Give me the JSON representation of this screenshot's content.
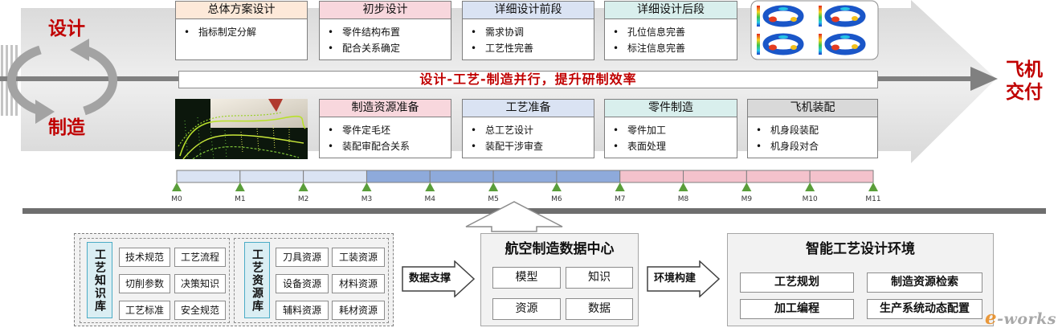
{
  "side_labels": {
    "design": "设计",
    "manufacture": "制造",
    "delivery_line1": "飞机",
    "delivery_line2": "交付"
  },
  "banner": "设计-工艺-制造并行，提升研制效率",
  "design_stages": [
    {
      "title": "总体方案设计",
      "color": "#fde9d9",
      "items": [
        "指标制定分解"
      ]
    },
    {
      "title": "初步设计",
      "color": "#f8d7dd",
      "items": [
        "零件结构布置",
        "配合关系确定"
      ]
    },
    {
      "title": "详细设计前段",
      "color": "#dae3f3",
      "items": [
        "需求协调",
        "工艺性完善"
      ]
    },
    {
      "title": "详细设计后段",
      "color": "#d9efed",
      "items": [
        "孔位信息完善",
        "标注信息完善"
      ]
    }
  ],
  "manufacturing_stages": [
    {
      "title": "制造资源准备",
      "color": "#f8d7dd",
      "items": [
        "零件定毛坯",
        "装配审配合关系"
      ]
    },
    {
      "title": "工艺准备",
      "color": "#dae3f3",
      "items": [
        "总工艺设计",
        "装配干涉审查"
      ]
    },
    {
      "title": "零件制造",
      "color": "#d9efed",
      "items": [
        "零件加工",
        "表面处理"
      ]
    },
    {
      "title": "飞机装配",
      "color": "#d9d9d9",
      "items": [
        "机身段装配",
        "机身段对合"
      ]
    }
  ],
  "timeline": {
    "milestones": [
      "M0",
      "M1",
      "M2",
      "M3",
      "M4",
      "M5",
      "M6",
      "M7",
      "M8",
      "M9",
      "M10",
      "M11"
    ],
    "phases": [
      {
        "segments": 3,
        "color": "#dae3f3"
      },
      {
        "segments": 4,
        "color": "#8eaadb"
      },
      {
        "segments": 4,
        "color": "#f4c2cc"
      }
    ],
    "marker_color": "#5a9e3a"
  },
  "knowledge_base": {
    "label": "工艺知识库",
    "items": [
      "技术规范",
      "工艺流程",
      "切削参数",
      "决策知识",
      "工艺标准",
      "安全规范"
    ]
  },
  "resource_base": {
    "label": "工艺资源库",
    "items": [
      "刀具资源",
      "工装资源",
      "设备资源",
      "材料资源",
      "辅料资源",
      "耗材资源"
    ]
  },
  "data_support_arrow": "数据支撑",
  "data_center": {
    "title": "航空制造数据中心",
    "items": [
      "模型",
      "知识",
      "资源",
      "数据"
    ]
  },
  "environment_arrow": "环境构建",
  "design_environment": {
    "title": "智能工艺设计环境",
    "items": [
      "工艺规划",
      "制造资源检索",
      "加工编程",
      "生产系统动态配置"
    ]
  },
  "watermark": "e-works",
  "colors": {
    "accent_red": "#c00000",
    "flow_gray": "#808080",
    "panel_gray": "#f2f2f2",
    "label_teal": "#daeef3"
  }
}
